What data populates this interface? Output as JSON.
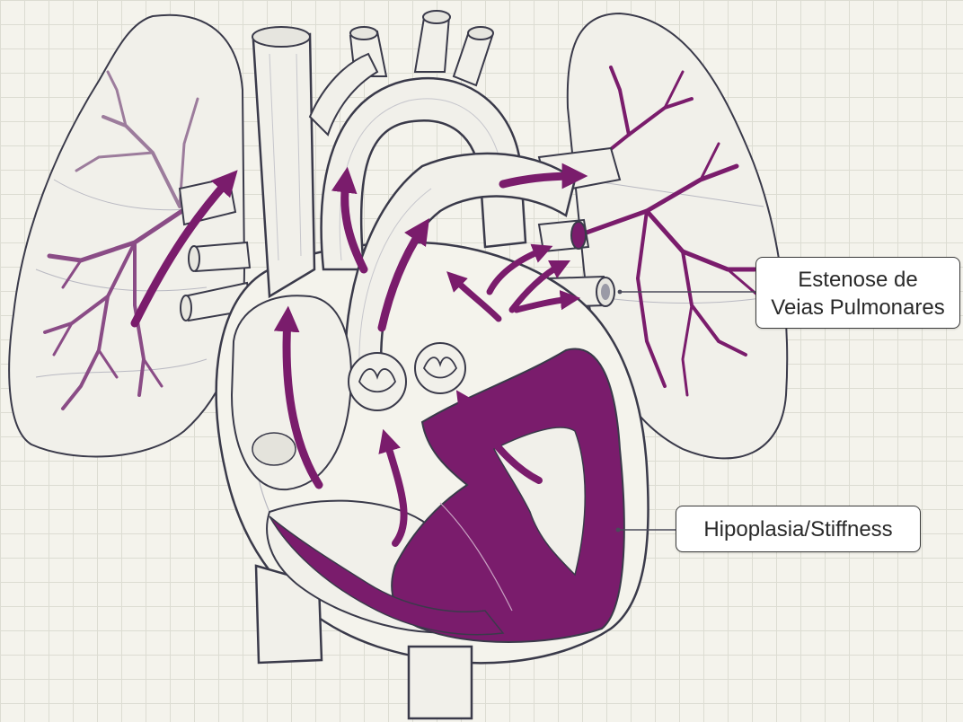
{
  "colors": {
    "accent": "#7a1c6c",
    "outline": "#3a3a4a",
    "background": "#f4f3ec"
  },
  "labels": {
    "pulmonary_vein_stenosis": [
      "Estenose de",
      "Veias Pulmonares"
    ],
    "hypoplasia": "Hipoplasia/Stiffness"
  }
}
